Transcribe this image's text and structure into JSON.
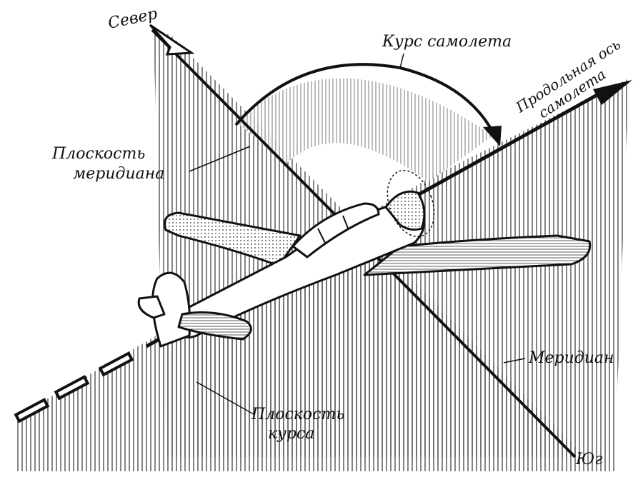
{
  "labels": {
    "north": "Север",
    "heading": "Курс самолета",
    "axis_line1": "Продольная ось",
    "axis_line2": "самолета",
    "meridian_plane_line1": "Плоскость",
    "meridian_plane_line2": "меридиана",
    "meridian": "Меридиан",
    "course_plane_line1": "Плоскость",
    "course_plane_line2": "курса",
    "south": "Юг"
  },
  "colors": {
    "ink": "#111111",
    "paper": "#ffffff"
  }
}
